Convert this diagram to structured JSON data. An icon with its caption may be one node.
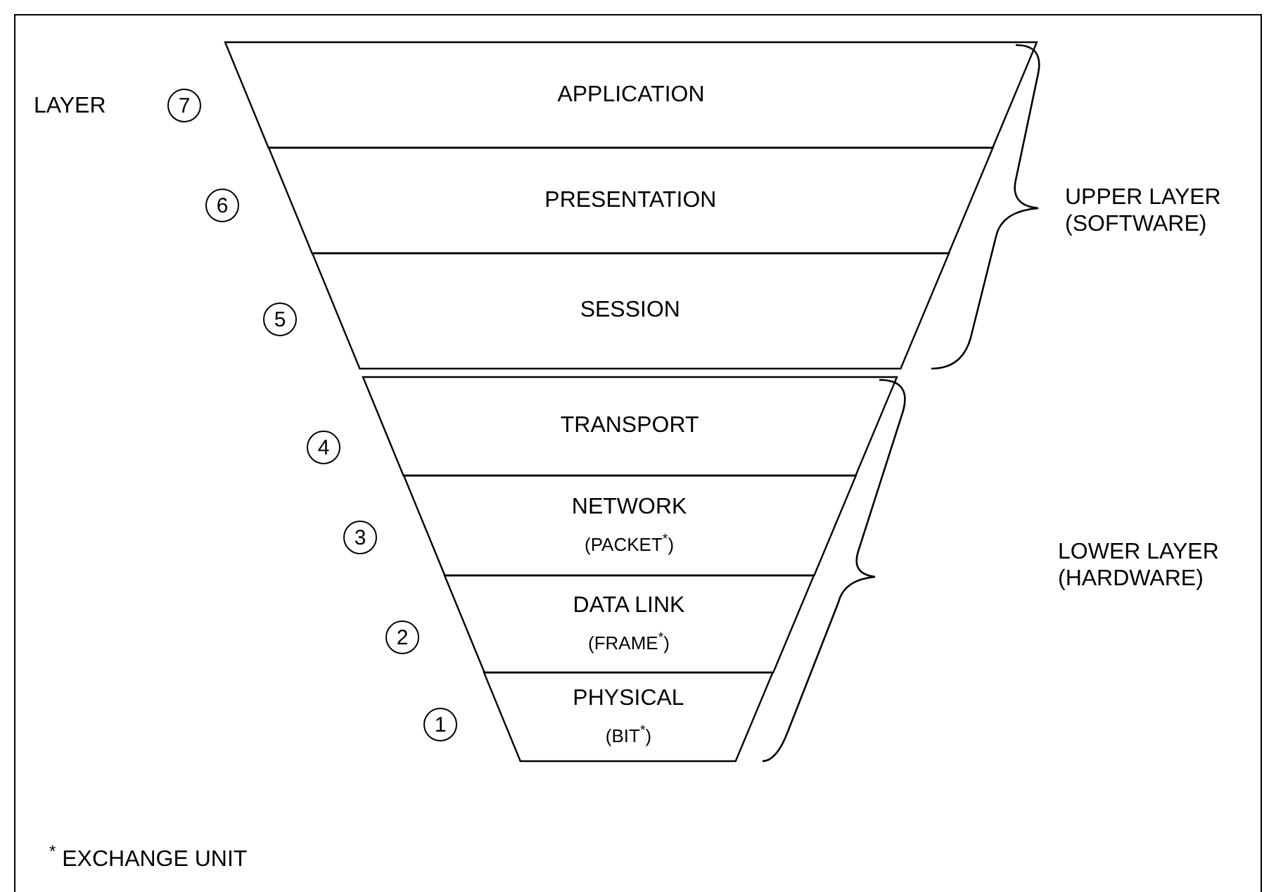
{
  "diagram": {
    "nodes": [
      {
        "text": [
          "APPLICATION"
        ],
        "beside": [
          "7"
        ]
      },
      {
        "text": [
          "PRESENTATION"
        ],
        "beside": [
          "6"
        ]
      },
      {
        "text": [
          "SESSION"
        ],
        "beside": [
          "5"
        ]
      },
      {
        "text": [
          "TRANSPORT"
        ],
        "beside": [
          "4"
        ]
      },
      {
        "text": [
          "NETWORK",
          "(PACKET$^{*}$)"
        ],
        "beside": [
          "3"
        ]
      },
      {
        "text": [
          "DATA LINK",
          "(FRAME$^{*}$)"
        ],
        "beside": [
          "2"
        ]
      },
      {
        "text": [
          "PHYSICAL",
          "(BIT$^{*}$)"
        ],
        "beside": [
          "1"
        ]
      }
    ],
    "labels": [
      "LAYER",
      "UPPER LAYER (SOFTWARE)",
      "LOWER LAYER (HARDWARE)",
      "$^{*}$ EXCHANGE UNIT"
    ]
  }
}
